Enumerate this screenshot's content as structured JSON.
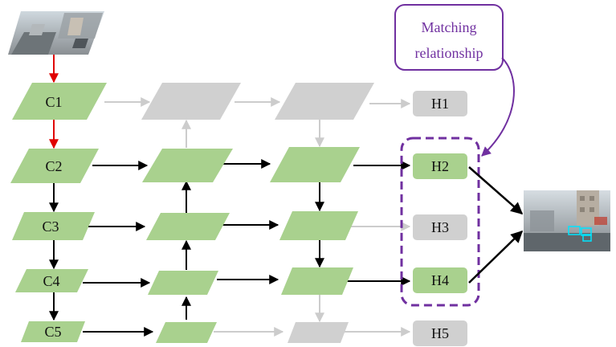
{
  "backbone": [
    "C1",
    "C2",
    "C3",
    "C4",
    "C5"
  ],
  "heads": [
    "H1",
    "H2",
    "H3",
    "H4",
    "H5"
  ],
  "callout": {
    "line1": "Matching",
    "line2": "relationship"
  },
  "active_heads": [
    "H2",
    "H4"
  ],
  "colors": {
    "active_fill": "#a9d18e",
    "inactive_fill": "#d0d0d0",
    "arrow_active": "#000000",
    "arrow_inactive": "#cccccc",
    "arrow_input": "#e00000",
    "callout": "#7030a0"
  },
  "images": {
    "input": "rainy-street-input-photo",
    "output": "detection-result-photo"
  }
}
